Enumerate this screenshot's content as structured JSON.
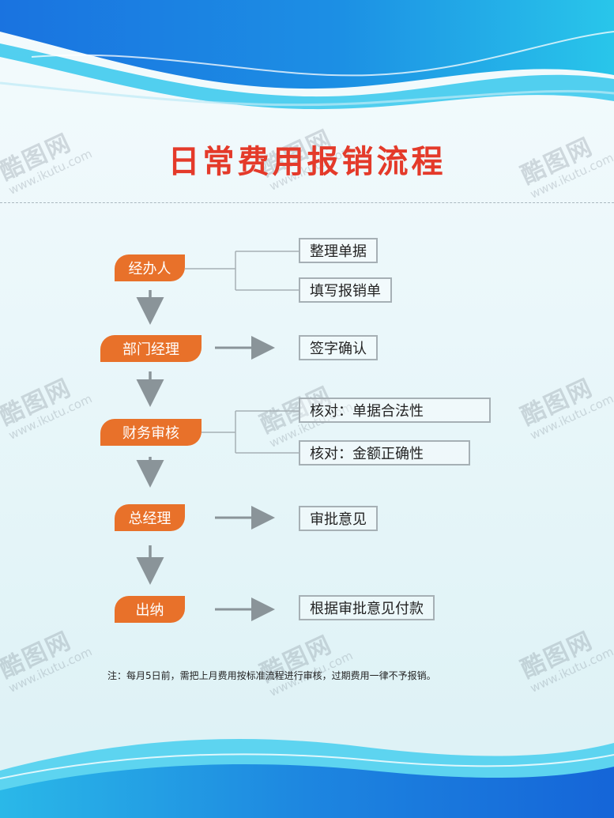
{
  "title": "日常费用报销流程",
  "watermark": {
    "brand": "酷图网",
    "url": "www.ikutu.com"
  },
  "steps": [
    {
      "label": "经办人",
      "outputs": [
        "整理单据",
        "填写报销单"
      ]
    },
    {
      "label": "部门经理",
      "outputs": [
        "签字确认"
      ]
    },
    {
      "label": "财务审核",
      "outputs": [
        "核对：单据合法性",
        "核对：金额正确性"
      ]
    },
    {
      "label": "总经理",
      "outputs": [
        "审批意见"
      ]
    },
    {
      "label": "出纳",
      "outputs": [
        "根据审批意见付款"
      ]
    }
  ],
  "note": "注：每月5日前，需把上月费用按标准流程进行审核，过期费用一律不予报销。",
  "colors": {
    "title": "#e43a2a",
    "node": "#e8712a",
    "arrow": "#8a9499",
    "box_border": "#a6b0b5",
    "wave_dark": "#1565d8",
    "wave_light": "#2fc4ea"
  }
}
